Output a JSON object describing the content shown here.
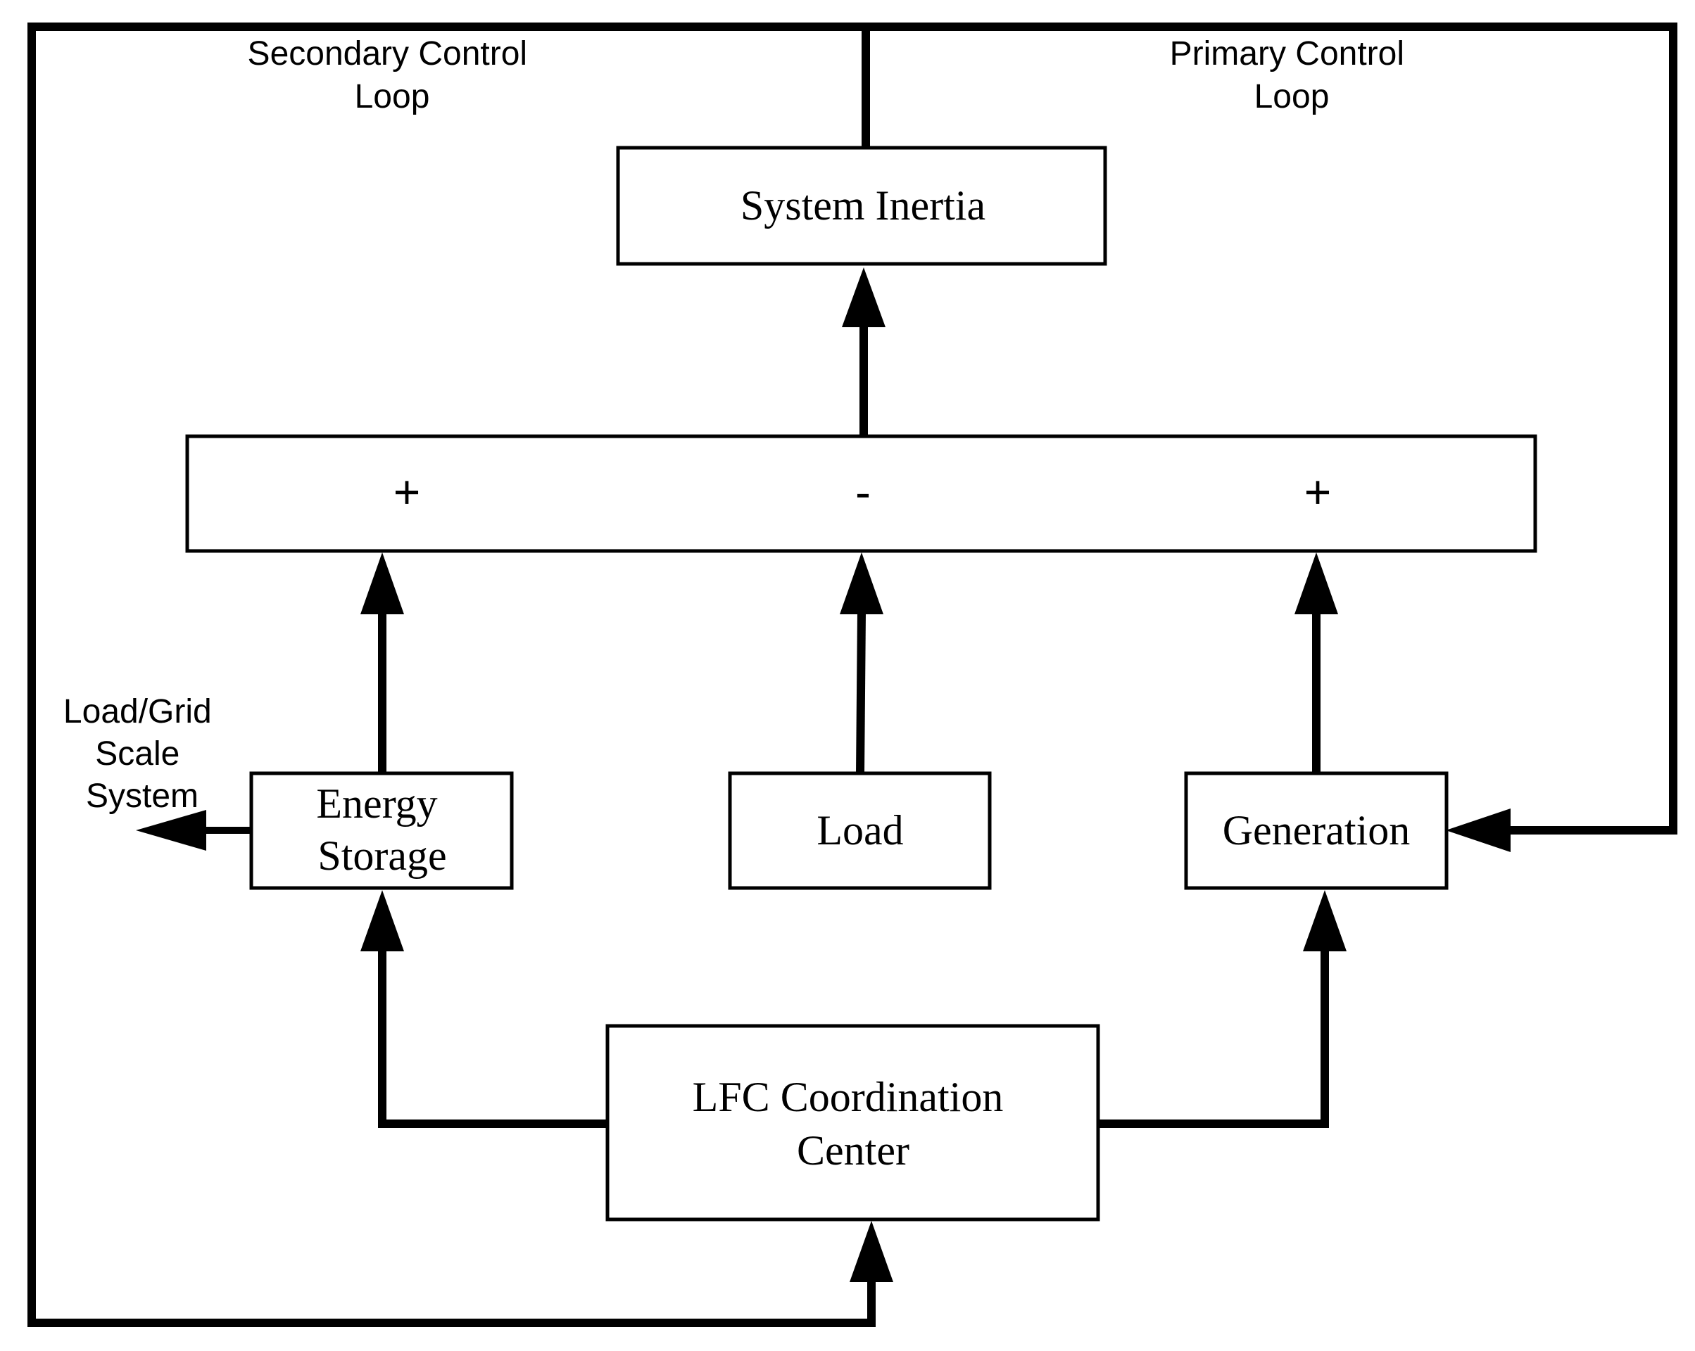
{
  "loops": {
    "secondary": {
      "line1": "Secondary Control",
      "line2": "Loop"
    },
    "primary": {
      "line1": "Primary Control",
      "line2": "Loop"
    }
  },
  "blocks": {
    "system_inertia": "System Inertia",
    "summing": {
      "left_sign": "+",
      "middle_sign": "-",
      "right_sign": "+"
    },
    "energy_storage": {
      "line1": "Energy",
      "line2": "Storage"
    },
    "load": "Load",
    "generation": "Generation",
    "lfc_center": {
      "line1": "LFC Coordination",
      "line2": "Center"
    }
  },
  "side_label": {
    "line1": "Load/Grid",
    "line2": "Scale",
    "line3": "System"
  },
  "colors": {
    "stroke": "#000000",
    "background": "#ffffff"
  }
}
